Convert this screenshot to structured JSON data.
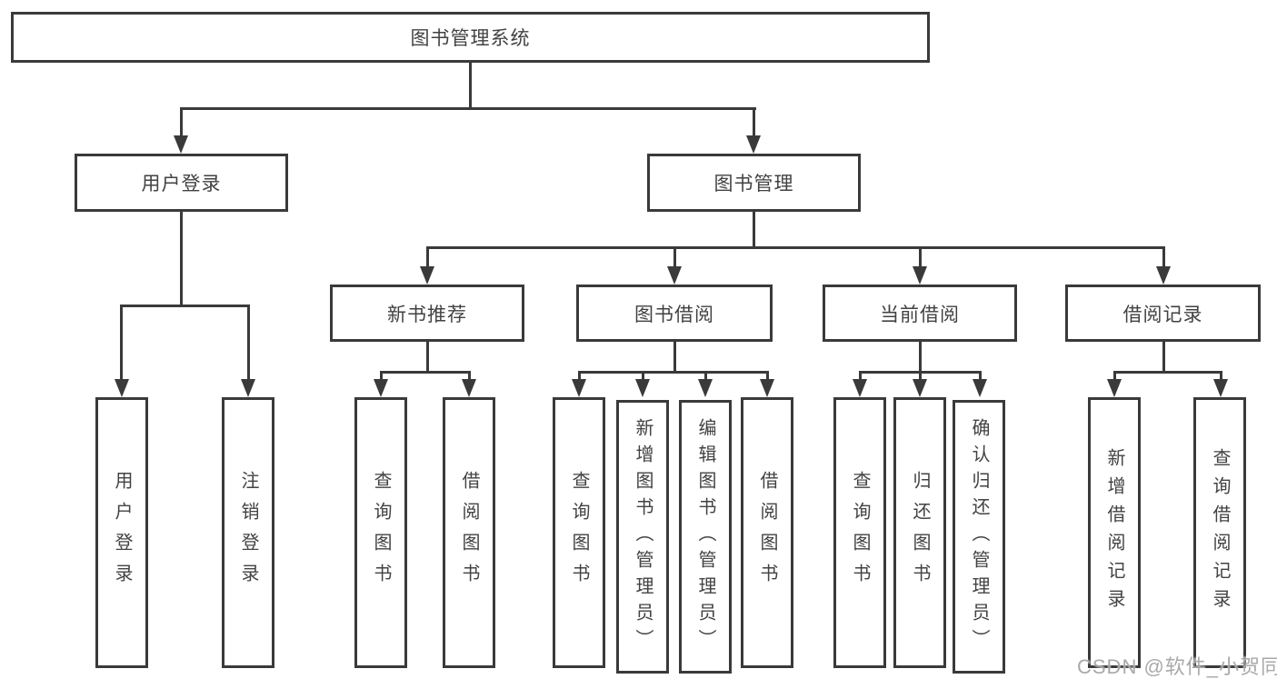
{
  "diagram": {
    "title": "图书管理系统",
    "root": {
      "label": "图书管理系统"
    },
    "level2": [
      {
        "id": "user-login",
        "label": "用户登录"
      },
      {
        "id": "book-management",
        "label": "图书管理"
      }
    ],
    "level3": [
      {
        "id": "new-book-recommend",
        "label": "新书推荐",
        "parent": "book-management"
      },
      {
        "id": "book-borrowing",
        "label": "图书借阅",
        "parent": "book-management"
      },
      {
        "id": "current-borrowing",
        "label": "当前借阅",
        "parent": "book-management"
      },
      {
        "id": "borrowing-records",
        "label": "借阅记录",
        "parent": "book-management"
      }
    ],
    "leaves": [
      {
        "id": "leaf-user-login",
        "label": "用户登录",
        "parent": "user-login"
      },
      {
        "id": "leaf-logout",
        "label": "注销登录",
        "parent": "user-login"
      },
      {
        "id": "leaf-query-books-1",
        "label": "查询图书",
        "parent": "new-book-recommend"
      },
      {
        "id": "leaf-borrow-books-1",
        "label": "借阅图书",
        "parent": "new-book-recommend"
      },
      {
        "id": "leaf-query-books-2",
        "label": "查询图书",
        "parent": "book-borrowing"
      },
      {
        "id": "leaf-add-books-admin",
        "label": "新增图书（管理员）",
        "parent": "book-borrowing"
      },
      {
        "id": "leaf-edit-books-admin",
        "label": "编辑图书（管理员）",
        "parent": "book-borrowing"
      },
      {
        "id": "leaf-borrow-books-2",
        "label": "借阅图书",
        "parent": "book-borrowing"
      },
      {
        "id": "leaf-query-books-3",
        "label": "查询图书",
        "parent": "current-borrowing"
      },
      {
        "id": "leaf-return-books",
        "label": "归还图书",
        "parent": "current-borrowing"
      },
      {
        "id": "leaf-confirm-return-admin",
        "label": "确认归还（管理员）",
        "parent": "current-borrowing"
      },
      {
        "id": "leaf-add-borrow-record",
        "label": "新增借阅记录",
        "parent": "borrowing-records"
      },
      {
        "id": "leaf-query-borrow-record",
        "label": "查询借阅记录",
        "parent": "borrowing-records"
      }
    ],
    "colors": {
      "line": "#3a3a3a",
      "text": "#424242",
      "background": "#ffffff",
      "watermark": "#a2a2a2"
    }
  },
  "watermark": {
    "text": "CSDN @软件_小贺同学"
  }
}
